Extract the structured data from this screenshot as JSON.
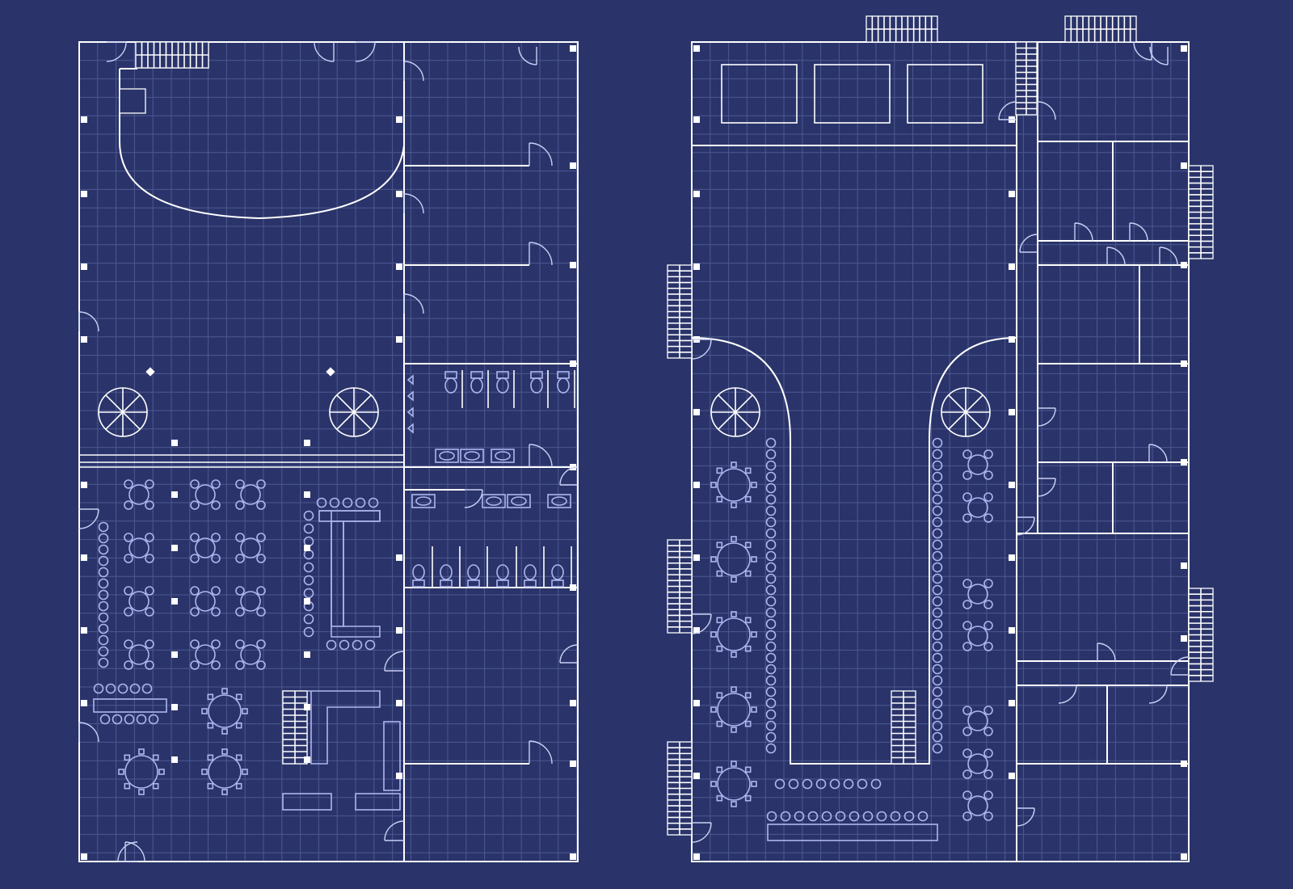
{
  "colors": {
    "background": "#2a346a",
    "grid": "#4d5992",
    "walls": "#ffffff",
    "furniture": "#aeb6f0"
  },
  "icons": [
    "staircase-icon",
    "spiral-staircase-icon",
    "dining-table-icon",
    "round-table-icon",
    "chair-icon",
    "toilet-icon",
    "sink-icon",
    "door-swing-icon",
    "column-icon"
  ],
  "plans": [
    {
      "name": "left-floor-plan",
      "rooms": [
        "large-hall-with-stage",
        "side-rooms",
        "restrooms",
        "dining-area",
        "bar-counter",
        "stairwell"
      ]
    },
    {
      "name": "right-floor-plan",
      "rooms": [
        "hall-with-raised-platforms",
        "u-shaped-bar",
        "corridor",
        "offices",
        "restroom-blocks"
      ]
    }
  ]
}
